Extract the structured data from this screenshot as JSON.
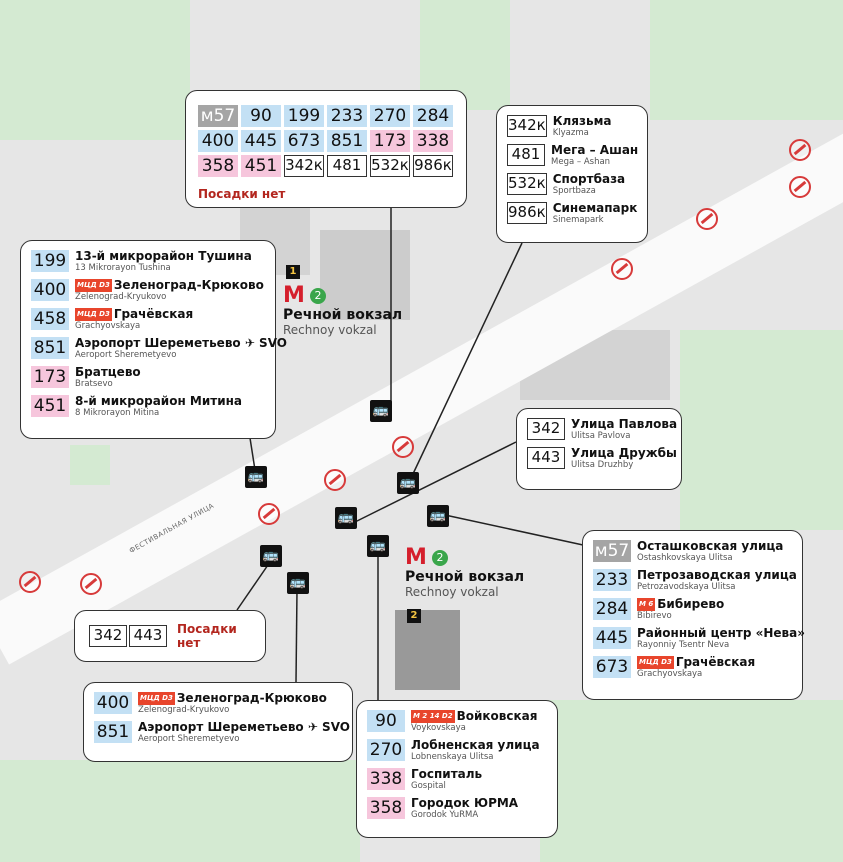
{
  "street_label": "ФЕСТИВАЛЬНАЯ УЛИЦА",
  "metro": {
    "name_ru": "Речной вокзал",
    "name_en": "Rechnoy vokzal",
    "line": "2",
    "logo": "M",
    "entrance_1": "1",
    "entrance_2": "2"
  },
  "colors": {
    "blue": "#c3e0f4",
    "pink": "#f6c6dc",
    "gray": "#a5a5a5",
    "metro_red": "#d51f2c",
    "line2_green": "#3aa64b"
  },
  "top_grid": {
    "routes": [
      [
        "м57",
        "gray"
      ],
      [
        "90",
        "blue"
      ],
      [
        "199",
        "blue"
      ],
      [
        "233",
        "blue"
      ],
      [
        "270",
        "blue"
      ],
      [
        "284",
        "blue"
      ],
      [
        "400",
        "blue"
      ],
      [
        "445",
        "blue"
      ],
      [
        "673",
        "blue"
      ],
      [
        "851",
        "blue"
      ],
      [
        "173",
        "pink"
      ],
      [
        "338",
        "pink"
      ],
      [
        "358",
        "pink"
      ],
      [
        "451",
        "pink"
      ],
      [
        "342к",
        "white"
      ],
      [
        "481",
        "white"
      ],
      [
        "532к",
        "white"
      ],
      [
        "986к",
        "white"
      ]
    ],
    "note": "Посадки нет"
  },
  "boxes": [
    {
      "id": "left",
      "rows": [
        [
          "199",
          "blue",
          "",
          "13-й микрорайон Тушина",
          "13 Mikrorayon Tushina"
        ],
        [
          "400",
          "blue",
          "МЦД D3",
          "Зеленоград-Крюково",
          "Zelenograd-Kryukovo"
        ],
        [
          "458",
          "blue",
          "МЦД D3",
          "Грачёвская",
          "Grachyovskaya"
        ],
        [
          "851",
          "blue",
          "",
          "Аэропорт Шереметьево ✈ SVO",
          "Aeroport Sheremetyevo"
        ],
        [
          "173",
          "pink",
          "",
          "Братцево",
          "Bratsevo"
        ],
        [
          "451",
          "pink",
          "",
          "8-й микрорайон Митина",
          "8 Mikrorayon Mitina"
        ]
      ]
    },
    {
      "id": "top-right",
      "rows": [
        [
          "342к",
          "white",
          "",
          "Клязьма",
          "Klyazma"
        ],
        [
          "481",
          "white",
          "",
          "Мега – Ашан",
          "Mega – Ashan"
        ],
        [
          "532к",
          "white",
          "",
          "Спортбаза",
          "Sportbaza"
        ],
        [
          "986к",
          "white",
          "",
          "Синемапарк",
          "Sinemapark"
        ]
      ]
    },
    {
      "id": "mid-right",
      "rows": [
        [
          "342",
          "white",
          "",
          "Улица Павлова",
          "Ulitsa Pavlova"
        ],
        [
          "443",
          "white",
          "",
          "Улица Дружбы",
          "Ulitsa Druzhby"
        ]
      ]
    },
    {
      "id": "right",
      "rows": [
        [
          "м57",
          "gray",
          "",
          "Осташковская улица",
          "Ostashkovskaya Ulitsa"
        ],
        [
          "233",
          "blue",
          "",
          "Петрозаводская улица",
          "Petrozavodskaya Ulitsa"
        ],
        [
          "284",
          "blue",
          "M 6",
          "Бибирево",
          "Bibirevo"
        ],
        [
          "445",
          "blue",
          "",
          "Районный центр «Нева»",
          "Rayonniy Tsentr Neva"
        ],
        [
          "673",
          "blue",
          "МЦД D3",
          "Грачёвская",
          "Grachyovskaya"
        ]
      ]
    },
    {
      "id": "bottom-left",
      "rows": [
        [
          "400",
          "blue",
          "МЦД D3",
          "Зеленоград-Крюково",
          "Zelenograd-Kryukovo"
        ],
        [
          "851",
          "blue",
          "",
          "Аэропорт Шереметьево ✈ SVO",
          "Aeroport Sheremetyevo"
        ]
      ]
    },
    {
      "id": "bottom",
      "rows": [
        [
          "90",
          "blue",
          "M 2 14 D2",
          "Войковская",
          "Voykovskaya"
        ],
        [
          "270",
          "blue",
          "",
          "Лобненская улица",
          "Lobnenskaya Ulitsa"
        ],
        [
          "338",
          "pink",
          "",
          "Госпиталь",
          "Gospital"
        ],
        [
          "358",
          "pink",
          "",
          "Городок ЮРМА",
          "Gorodok YuRMA"
        ]
      ]
    }
  ],
  "small_box": {
    "routes": [
      "342",
      "443"
    ],
    "note": "Посадки нет"
  },
  "stop_icon": "bus-stop-icon",
  "no_entry_icon": "no-entry-icon"
}
